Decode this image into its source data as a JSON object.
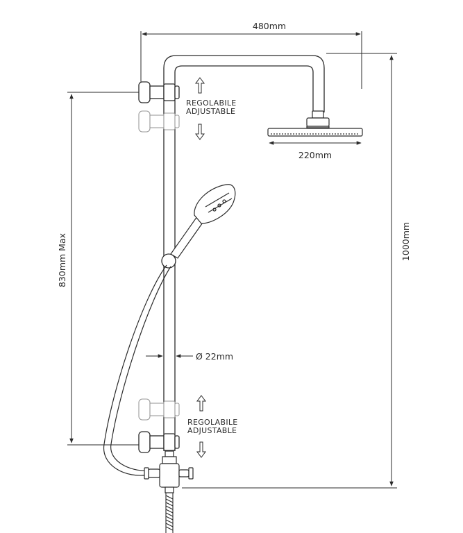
{
  "dimensions": {
    "width_top": "480mm",
    "head_diameter": "220mm",
    "total_height": "1000mm",
    "max_height": "830mm Max",
    "bar_diameter": "Ø 22mm"
  },
  "labels": {
    "top_adjust_line1": "REGOLABILE",
    "top_adjust_line2": "ADJUSTABLE",
    "bottom_adjust_line1": "REGOLABILE",
    "bottom_adjust_line2": "ADJUSTABLE"
  },
  "colors": {
    "line": "#2a2a2a",
    "ghost": "#9a9a9a"
  }
}
